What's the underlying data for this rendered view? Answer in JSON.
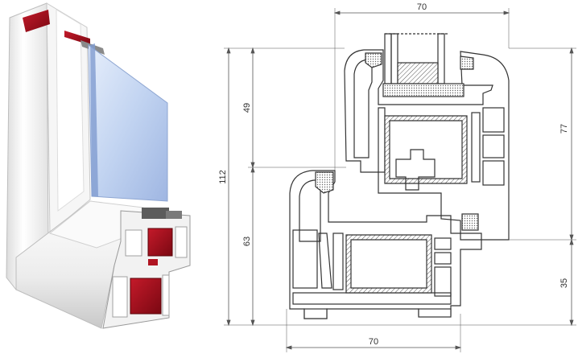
{
  "image": {
    "render_panel": "window-profile-3d-render",
    "drawing_panel": "window-profile-cross-section"
  },
  "dimensions": {
    "top_width": "70",
    "bottom_width": "70",
    "overall_height": "112",
    "upper_height": "49",
    "lower_height": "63",
    "right_upper_height": "77",
    "right_lower_height": "35"
  },
  "colors": {
    "pvc_white": "#f4f4f4",
    "pvc_shadow": "#c9c9c9",
    "steel_red": "#a3101d",
    "glass_blue": "#bcd0ee",
    "gasket_gray": "#6d6d6d",
    "line_dark": "#333333",
    "dim_line": "#555555"
  }
}
